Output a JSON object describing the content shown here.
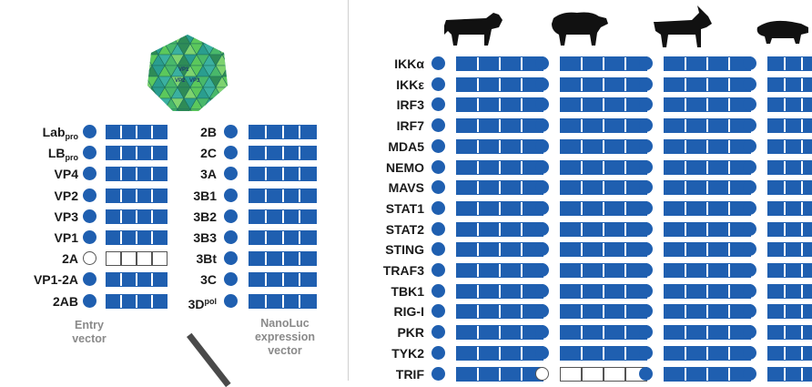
{
  "colors": {
    "active": "#1f5fb0",
    "inactive": "#ffffff",
    "caption": "#8a8a8a"
  },
  "virus_icon": "virus-capsid-icon",
  "virus_labels": [
    "VP1",
    "VP2",
    "VP3"
  ],
  "left_panel": {
    "entry_caption": "Entry\nvector",
    "nanoluc_caption": "NanoLuc\nexpression\nvector",
    "entry_items": [
      {
        "label": "Lab",
        "sub": "pro",
        "active": true
      },
      {
        "label": "LB",
        "sub": "pro",
        "active": true
      },
      {
        "label": "VP4",
        "active": true
      },
      {
        "label": "VP2",
        "active": true
      },
      {
        "label": "VP3",
        "active": true
      },
      {
        "label": "VP1",
        "active": true
      },
      {
        "label": "2A",
        "active": false
      },
      {
        "label": "VP1-2A",
        "active": true
      },
      {
        "label": "2AB",
        "active": true
      }
    ],
    "nanoluc_items": [
      {
        "label": "2B",
        "active": true
      },
      {
        "label": "2C",
        "active": true
      },
      {
        "label": "3A",
        "active": true
      },
      {
        "label": "3B1",
        "active": true
      },
      {
        "label": "3B2",
        "active": true
      },
      {
        "label": "3B3",
        "active": true
      },
      {
        "label": "3Bt",
        "active": true
      },
      {
        "label": "3C",
        "active": true
      },
      {
        "label": "3D",
        "sup": "pol",
        "active": true
      }
    ]
  },
  "right_panel": {
    "animals": [
      "cow-icon",
      "sheep-icon",
      "goat-icon",
      "pig-icon"
    ],
    "genes": [
      "IKKα",
      "IKKε",
      "IRF3",
      "IRF7",
      "MDA5",
      "NEMO",
      "MAVS",
      "STAT1",
      "STAT2",
      "STING",
      "TRAF3",
      "TBK1",
      "RIG-I",
      "PKR",
      "TYK2",
      "TRIF"
    ],
    "inactive": [
      {
        "gene": "TRIF",
        "species": 1
      }
    ]
  }
}
